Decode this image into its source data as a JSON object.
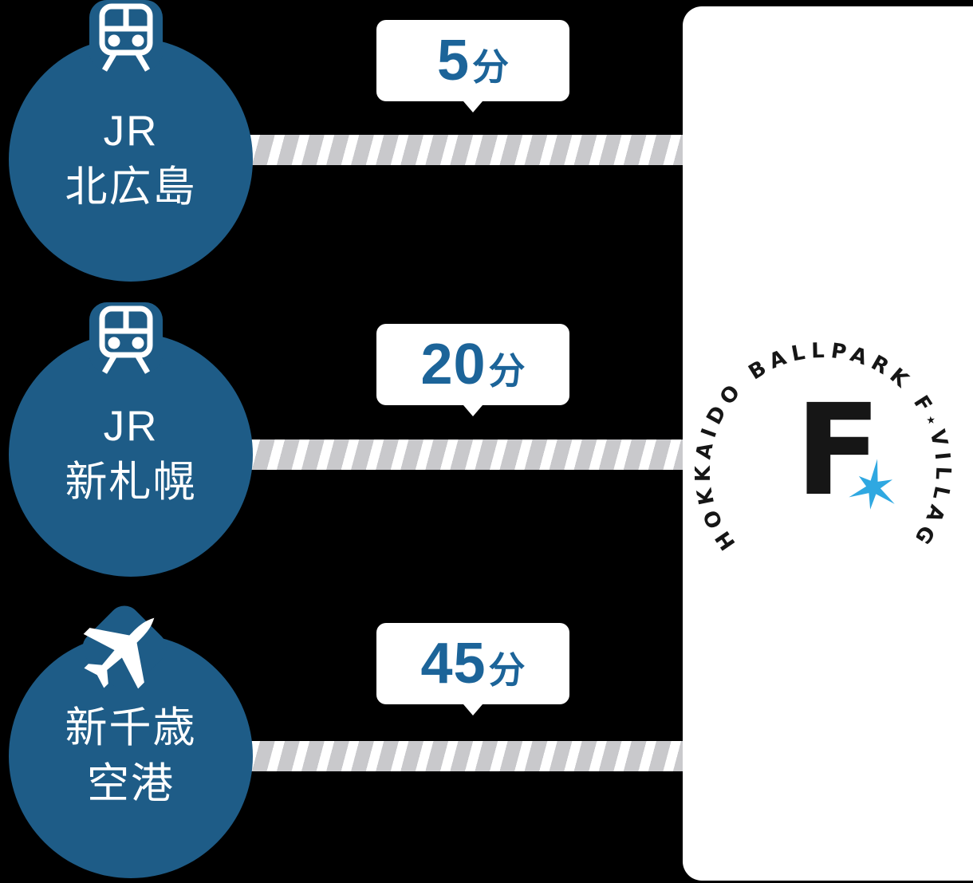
{
  "routes": [
    {
      "icon": "train-icon",
      "station": {
        "line1": "JR",
        "line2": "北広島"
      },
      "duration": {
        "value": "5",
        "unit": "分"
      }
    },
    {
      "icon": "train-icon",
      "station": {
        "line1": "JR",
        "line2": "新札幌"
      },
      "duration": {
        "value": "20",
        "unit": "分"
      }
    },
    {
      "icon": "plane-icon",
      "station": {
        "line1": "新千歳",
        "line2": "空港"
      },
      "duration": {
        "value": "45",
        "unit": "分"
      }
    }
  ],
  "destination": {
    "arc_text_left": "HOKKAIDO BALLPARK F",
    "arc_star": "★",
    "arc_text_right": "VILLAGE",
    "monogram": "F"
  },
  "colors": {
    "circle_blue": "#1e5c87",
    "duration_blue": "#1c6499",
    "stripe_gray": "#c9c9cc",
    "panel_white": "#ffffff",
    "logo_black": "#161616",
    "sparkle_blue": "#2fa8e1"
  }
}
